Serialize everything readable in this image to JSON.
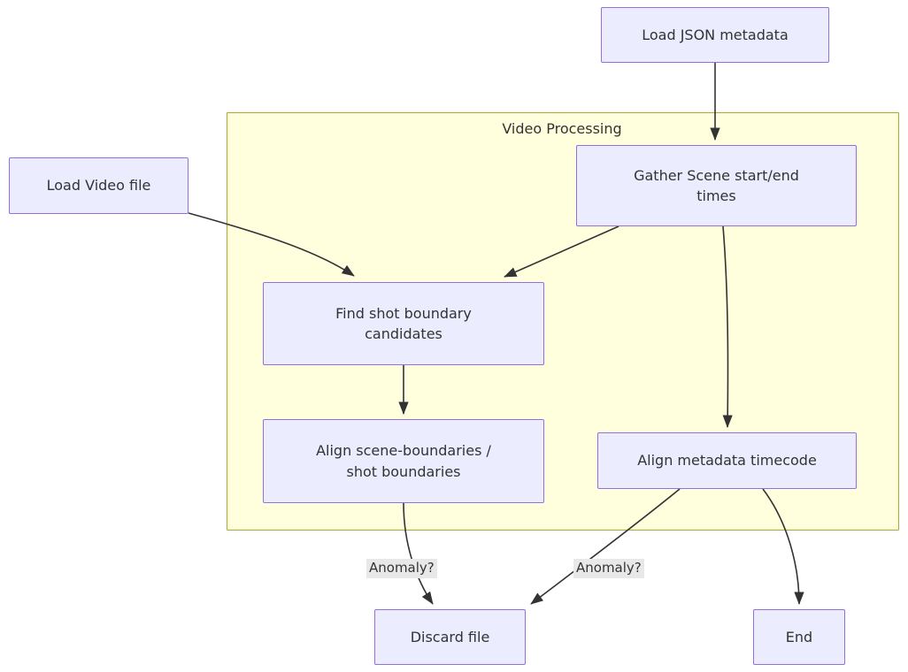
{
  "diagram": {
    "type": "flowchart",
    "title": "",
    "colors": {
      "node_fill": "#ececff",
      "node_border": "#9370db",
      "subgraph_fill": "#ffffde",
      "subgraph_border": "#aaaa33",
      "edge_stroke": "#333333",
      "edge_label_bg": "#e8e8e8",
      "text": "#333333",
      "canvas": "#ffffff"
    },
    "subgraphs": [
      {
        "id": "video-processing",
        "label": "Video Processing"
      }
    ],
    "nodes": [
      {
        "id": "load-json-metadata",
        "label": "Load JSON metadata",
        "lines": [
          "Load JSON metadata"
        ]
      },
      {
        "id": "load-video-file",
        "label": "Load Video file",
        "lines": [
          "Load Video file"
        ]
      },
      {
        "id": "gather-scene-times",
        "label": "Gather Scene start/end times",
        "lines": [
          "Gather Scene start/end",
          "times"
        ]
      },
      {
        "id": "find-shot-boundary-candidates",
        "label": "Find shot boundary candidates",
        "lines": [
          "Find shot boundary",
          "candidates"
        ]
      },
      {
        "id": "align-scene-shot-boundaries",
        "label": "Align scene-boundaries / shot boundaries",
        "lines": [
          "Align scene-boundaries /",
          "shot boundaries"
        ]
      },
      {
        "id": "align-metadata-timecode",
        "label": "Align metadata timecode",
        "lines": [
          "Align metadata timecode"
        ]
      },
      {
        "id": "discard-file",
        "label": "Discard file",
        "lines": [
          "Discard file"
        ]
      },
      {
        "id": "end",
        "label": "End",
        "lines": [
          "End"
        ]
      }
    ],
    "edges": [
      {
        "from": "load-json-metadata",
        "to": "gather-scene-times",
        "label": ""
      },
      {
        "from": "load-video-file",
        "to": "find-shot-boundary-candidates",
        "label": ""
      },
      {
        "from": "gather-scene-times",
        "to": "find-shot-boundary-candidates",
        "label": ""
      },
      {
        "from": "gather-scene-times",
        "to": "align-metadata-timecode",
        "label": ""
      },
      {
        "from": "find-shot-boundary-candidates",
        "to": "align-scene-shot-boundaries",
        "label": ""
      },
      {
        "from": "align-scene-shot-boundaries",
        "to": "discard-file",
        "label": "Anomaly?"
      },
      {
        "from": "align-metadata-timecode",
        "to": "discard-file",
        "label": "Anomaly?"
      },
      {
        "from": "align-metadata-timecode",
        "to": "end",
        "label": ""
      }
    ],
    "edge_labels": {
      "anomaly_left": "Anomaly?",
      "anomaly_right": "Anomaly?"
    }
  }
}
